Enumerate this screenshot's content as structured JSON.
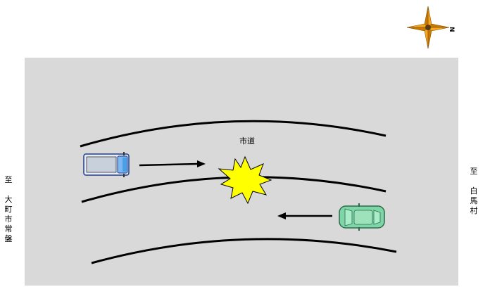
{
  "road": {
    "name": "市道"
  },
  "destinations": {
    "left": {
      "prefix": "至",
      "place_chars": [
        "大",
        "町",
        "市",
        "常",
        "盤"
      ]
    },
    "right": {
      "prefix": "至",
      "place_chars": [
        "白",
        "馬",
        "村"
      ]
    }
  },
  "compass": {
    "north_letter": "N"
  },
  "colors": {
    "road_area": "#d9d9d9",
    "collision_fill": "#ffff00",
    "truck_body": "#c8d8f0",
    "car_body": "#7ed6a8"
  },
  "icons": {
    "truck": "truck-icon",
    "car": "car-icon",
    "collision": "collision-burst-icon",
    "compass": "compass-rose-icon"
  }
}
